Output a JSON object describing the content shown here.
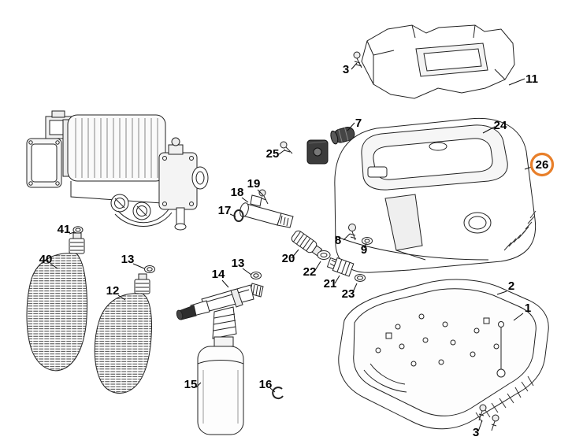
{
  "diagram": {
    "background": "#ffffff",
    "line_color": "#1a1a1a",
    "highlight_color": "#e87f2a",
    "selected_callout": "26",
    "callouts": [
      {
        "label": "3"
      },
      {
        "label": "11"
      },
      {
        "label": "24"
      },
      {
        "label": "7"
      },
      {
        "label": "25"
      },
      {
        "label": "26"
      },
      {
        "label": "8"
      },
      {
        "label": "9"
      },
      {
        "label": "19"
      },
      {
        "label": "18"
      },
      {
        "label": "17"
      },
      {
        "label": "20"
      },
      {
        "label": "22"
      },
      {
        "label": "21"
      },
      {
        "label": "23"
      },
      {
        "label": "2"
      },
      {
        "label": "1"
      },
      {
        "label": "3"
      },
      {
        "label": "41"
      },
      {
        "label": "40"
      },
      {
        "label": "13"
      },
      {
        "label": "12"
      },
      {
        "label": "13"
      },
      {
        "label": "14"
      },
      {
        "label": "15"
      },
      {
        "label": "16"
      }
    ]
  }
}
